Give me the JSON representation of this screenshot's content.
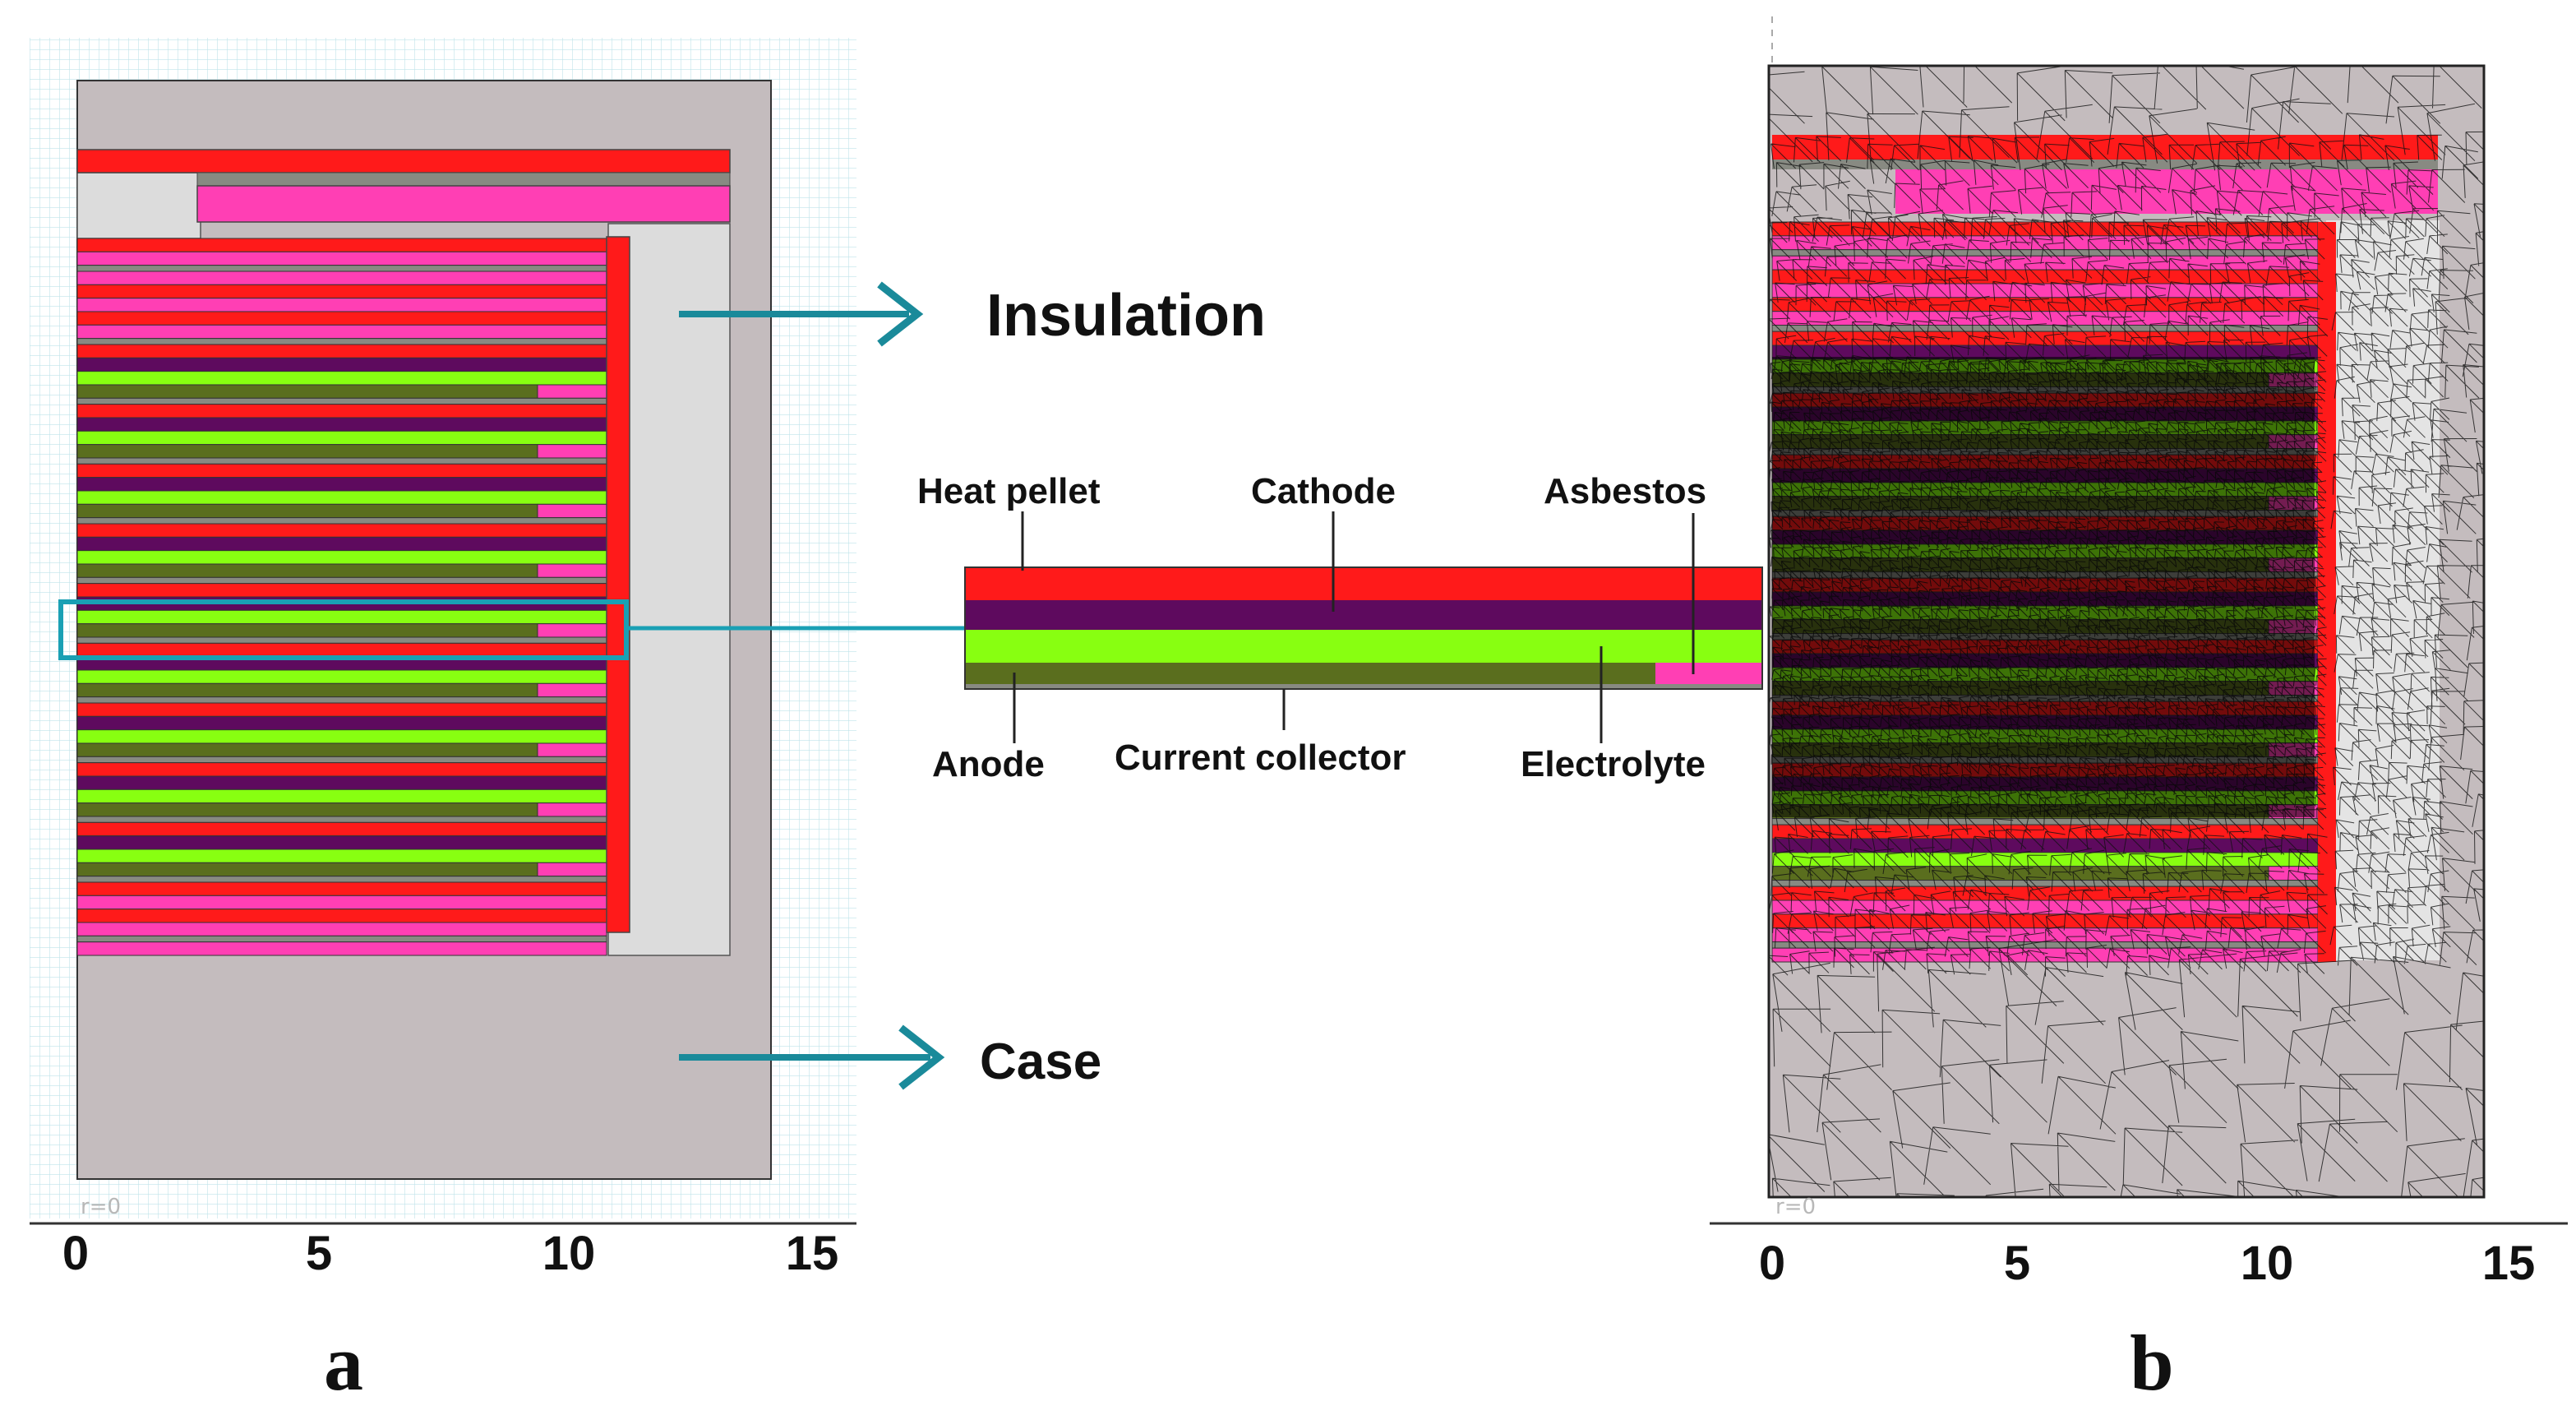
{
  "panels": {
    "a": {
      "label": "a",
      "axis_ticks": [
        "0",
        "5",
        "10",
        "15"
      ],
      "axis_origin": "r=0"
    },
    "b": {
      "label": "b",
      "axis_ticks": [
        "0",
        "5",
        "10",
        "15"
      ],
      "axis_origin": "r=0"
    }
  },
  "callouts": {
    "insulation": "Insulation",
    "case": "Case"
  },
  "cell_layers": {
    "heat_pellet": "Heat pellet",
    "cathode": "Cathode",
    "asbestos": "Asbestos",
    "anode": "Anode",
    "current_collector": "Current collector",
    "electrolyte": "Electrolyte"
  },
  "colors": {
    "case": "#c4bcbe",
    "insulation": "#dcdcdc",
    "heat_pellet": "#ff1a1a",
    "cathode": "#5e0a5e",
    "electrolyte": "#88ff11",
    "anode": "#5a6e1e",
    "asbestos": "#ff3fb4",
    "current_collector": "#888a82",
    "callout_arrow": "#1a8a9a",
    "mesh_line": "#111111"
  }
}
